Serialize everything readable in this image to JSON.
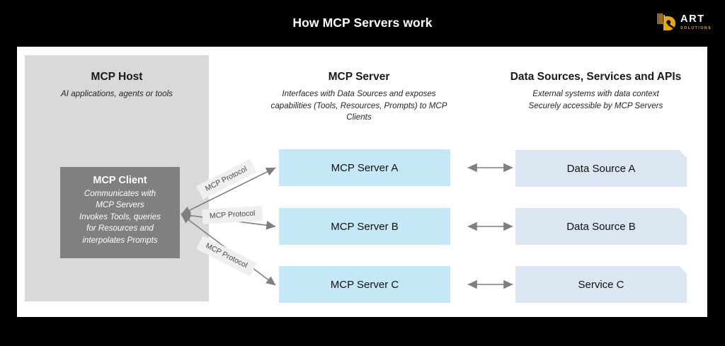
{
  "header": {
    "title": "How MCP Servers work"
  },
  "logo": {
    "name": "ART",
    "subtitle": "SOLUTIONS",
    "mark_icon": "art-circle-logo-icon",
    "gold": "#E8A90C",
    "white": "#FFFFFF"
  },
  "columns": {
    "host": {
      "title": "MCP Host",
      "subtitle": "AI applications, agents or tools",
      "panel_color": "#D9D9D9"
    },
    "server": {
      "title": "MCP Server",
      "subtitle": "Interfaces with Data Sources and exposes capabilities (Tools, Resources, Prompts) to MCP Clients"
    },
    "data_sources": {
      "title": "Data Sources, Services and APIs",
      "subtitle": "External systems with data context\nSecurely accessible by MCP Servers"
    }
  },
  "client": {
    "title": "MCP Client",
    "description": "Communicates with\nMCP Servers\nInvokes Tools, queries\nfor Resources and\ninterpolates Prompts",
    "box_color": "#808080"
  },
  "servers": [
    {
      "label": "MCP Server A",
      "color": "#C5E8F7"
    },
    {
      "label": "MCP Server B",
      "color": "#C5E8F7"
    },
    {
      "label": "MCP Server C",
      "color": "#C5E8F7"
    }
  ],
  "data_sources": [
    {
      "label": "Data Source A",
      "color": "#DCE6F3"
    },
    {
      "label": "Data Source B",
      "color": "#DCE6F3"
    },
    {
      "label": "Service C",
      "color": "#DCE6F3"
    }
  ],
  "protocol_labels": [
    {
      "label": "MCP Protocol"
    },
    {
      "label": "MCP Protocol"
    },
    {
      "label": "MCP Protocol"
    }
  ],
  "colors": {
    "background": "#000000",
    "canvas": "#FFFFFF",
    "arrow": "#7F7F7F",
    "title_text": "#FFFFFF"
  }
}
